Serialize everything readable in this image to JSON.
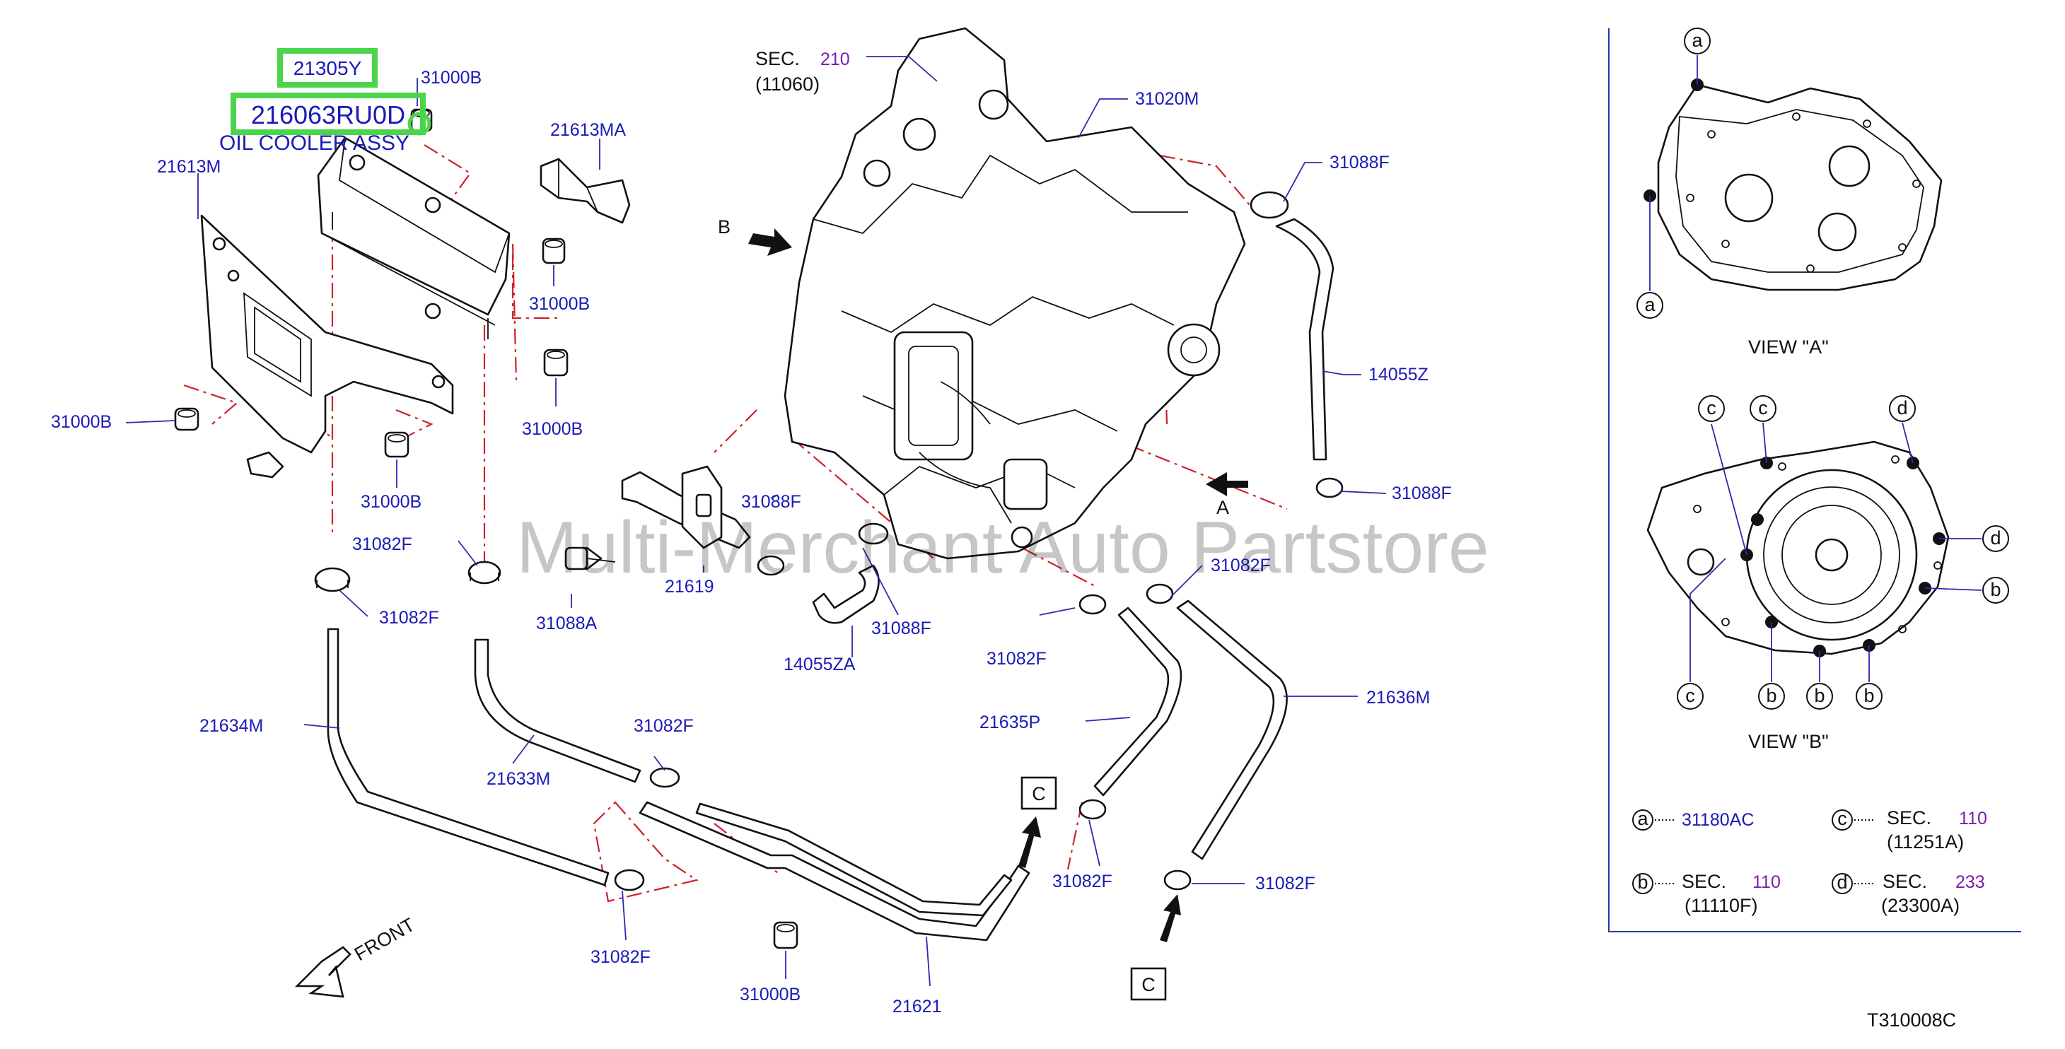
{
  "highlights": {
    "part_top": "21305Y",
    "part_main": "216063RU0D"
  },
  "caption": "OIL COOLER ASSY",
  "labels": {
    "p31000B_a": "31000B",
    "p21613MA": "21613MA",
    "p21613M": "21613M",
    "p31000B_b": "31000B",
    "p31000B_c": "31000B",
    "p31000B_d": "31000B",
    "p31000B_e": "31000B",
    "p31082F_a": "31082F",
    "p31082F_b": "31082F",
    "p31088A": "31088A",
    "p21619": "21619",
    "p31088F_a": "31088F",
    "p31088F_b": "31088F",
    "p14055ZA": "14055ZA",
    "p31082F_c": "31082F",
    "p31082F_d": "31082F",
    "p21634M": "21634M",
    "p21633M": "21633M",
    "p31082F_e": "31082F",
    "p31082F_f": "31082F",
    "p31000B_f": "31000B",
    "p21621": "21621",
    "p21635P": "21635P",
    "p31082F_g": "31082F",
    "p31082F_h": "31082F",
    "p21636M": "21636M",
    "sec_top": "SEC.",
    "sec_top_num": "210",
    "sec_top_code": "(11060)",
    "p31020M": "31020M",
    "p31088F_c": "31088F",
    "p14055Z": "14055Z",
    "p31088F_d": "31088F",
    "arrow_b": "B",
    "arrow_a": "A",
    "box_c1": "C",
    "box_c2": "C",
    "front": "FRONT",
    "drawing_code": "T310008C"
  },
  "watermark": "Multi-Merchant Auto Partstore",
  "views": {
    "view_a": "VIEW \"A\"",
    "view_b": "VIEW \"B\"",
    "mark_a": "a",
    "mark_b": "b",
    "mark_c": "c",
    "mark_d": "d"
  },
  "legend": [
    {
      "mark": "a",
      "sec": "",
      "num": "",
      "code": "31180AC"
    },
    {
      "mark": "c",
      "sec": "SEC.",
      "num": "110",
      "code": "(11251A)"
    },
    {
      "mark": "b",
      "sec": "SEC.",
      "num": "110",
      "code": "(11110F)"
    },
    {
      "mark": "d",
      "sec": "SEC.",
      "num": "233",
      "code": "(23300A)"
    }
  ],
  "colors": {
    "highlight": "#4cd44c",
    "label": "#1a1ab8",
    "section_number": "#7a1fa8",
    "centerline": "#d0202a"
  }
}
